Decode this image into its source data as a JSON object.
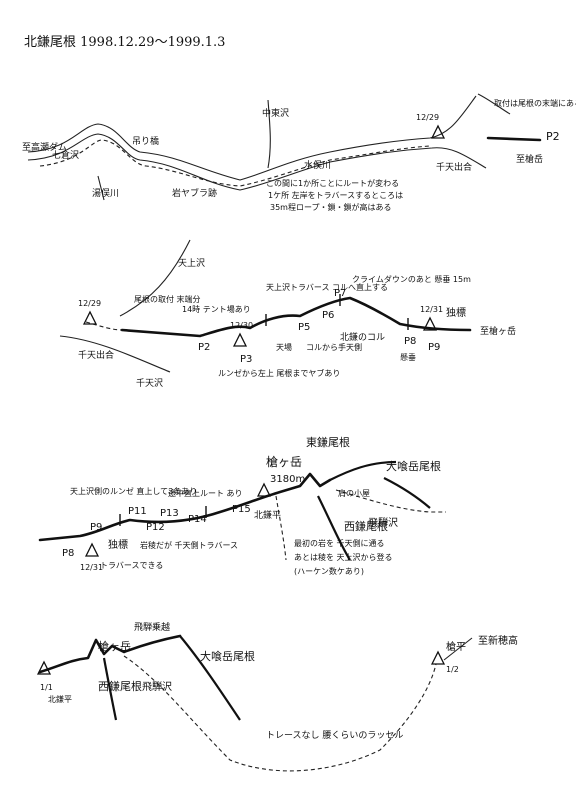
{
  "title": "北鎌尾根 1998.12.29〜1999.1.3",
  "panel1": {
    "place_left": "至高瀬ダム",
    "nanakura": "七倉沢",
    "yumata": "湯俣川",
    "tsuribashi": "吊り橋",
    "hot_spring": "岩ヤブラ跡",
    "nakachinzawa": "中東沢",
    "mizumata": "水俣川",
    "note1": "この間に1か所ことにルートが変わる",
    "note2": "1ケ所 左岸をトラバースするところは",
    "note3": "35m程ロープ・鎖・鎖が高はある",
    "date": "12/29",
    "chitemi": "千天出合",
    "north_note": "取付は尾根の末端にある",
    "p2": "P2",
    "yari": "至槍岳"
  },
  "panel2": {
    "amakami": "天上沢",
    "chiten": "千天出合",
    "chitensawa": "千天沢",
    "date1": "12/29",
    "date2": "12/30",
    "date3": "12/31",
    "note_ridge": "尾根の取付 末端分",
    "note_dry": "14時 テント場あり",
    "p2": "P2",
    "p3": "P3",
    "p5": "P5",
    "p6": "P6",
    "p7": "P7",
    "p8": "P8",
    "p9": "P9",
    "note_p3": "ルンゼから左上 尾根までヤブあり",
    "note_tenjo": "天上沢トラバース コルへ直上する",
    "note_kokuzo": "コルから手天側",
    "note_climb": "クライムダウンのあと 懸垂 15m",
    "hokkama": "北鎌のコル",
    "dokuhyo": "独標",
    "yari": "至槍ヶ岳",
    "kakeji": "懸垂",
    "tenjobaba": "天場"
  },
  "panel3": {
    "yari_peak": "槍ヶ岳",
    "elev": "3180m",
    "higashikama": "東鎌尾根",
    "oobami": "大喰岳尾根",
    "nishikama": "西鎌尾根",
    "hida": "飛騨沢",
    "kitakama": "北鎌平",
    "p8": "P8",
    "p9": "P9",
    "p11": "P11",
    "p12": "P12",
    "p13": "P13",
    "p14": "P14",
    "p15": "P15",
    "dokuhyo": "独標",
    "date": "12/31",
    "note_tenjo": "天上沢側のルンゼ 直上して3条あり",
    "note_hut": "途中直上ルート あり",
    "note_rock": "岩稜だが 千天側トラバース",
    "note_traverse": "トラバースできる",
    "note_first": "最初の岩を 千天側に通る",
    "note_then": "あとは稜を 天上沢から登る",
    "note_haken": "(ハーケン数ケあり)",
    "yari_lodge": "肩の小屋"
  },
  "panel4": {
    "date": "1/1",
    "kitakama": "北鎌平",
    "yari": "槍ヶ岳",
    "hida_pass": "飛騨乗越",
    "nishikama": "西鎌尾根",
    "hida": "飛騨沢",
    "oobami": "大喰岳尾根",
    "yarihira": "槍平",
    "date2": "1/2",
    "shinhotaka": "至新穂高",
    "trace_note": "トレースなし 腰くらいのラッセル"
  }
}
